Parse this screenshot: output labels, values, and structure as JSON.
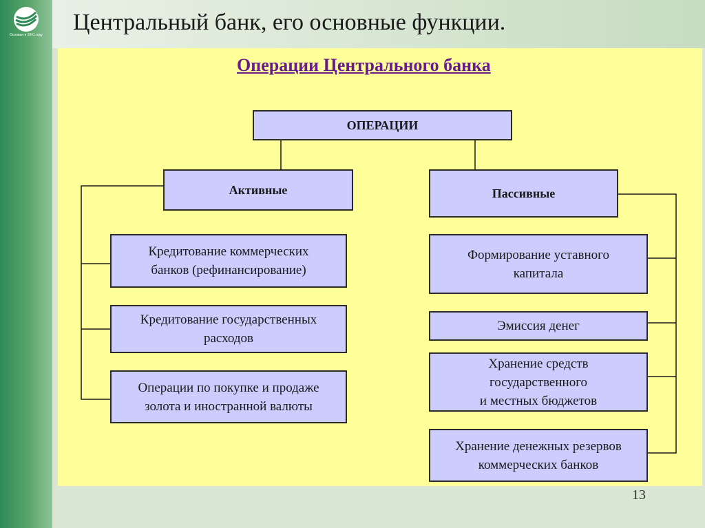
{
  "header": {
    "title": "Центральный банк, его основные функции."
  },
  "logo": {
    "caption": "Основан в 1841 году",
    "icon": "sberbank-logo-icon"
  },
  "diagram": {
    "subtitle": "Операции Центрального банка",
    "root": "ОПЕРАЦИИ",
    "active": {
      "label": "Активные",
      "items": [
        "Кредитование коммерческих\nбанков (рефинансирование)",
        "Кредитование государственных\nрасходов",
        "Операции по покупке и продаже\nзолота и иностранной валюты"
      ]
    },
    "passive": {
      "label": "Пассивные",
      "items": [
        "Формирование уставного\nкапитала",
        "Эмиссия денег",
        "Хранение средств\nгосударственного\nи местных бюджетов",
        "Хранение денежных резервов\nкоммерческих банков"
      ]
    }
  },
  "footer": {
    "page_number": "13"
  },
  "colors": {
    "panel": "#ffff99",
    "box_fill": "#ccccff",
    "subtitle": "#6a1b8c",
    "side_bar": "#2e8b57"
  }
}
